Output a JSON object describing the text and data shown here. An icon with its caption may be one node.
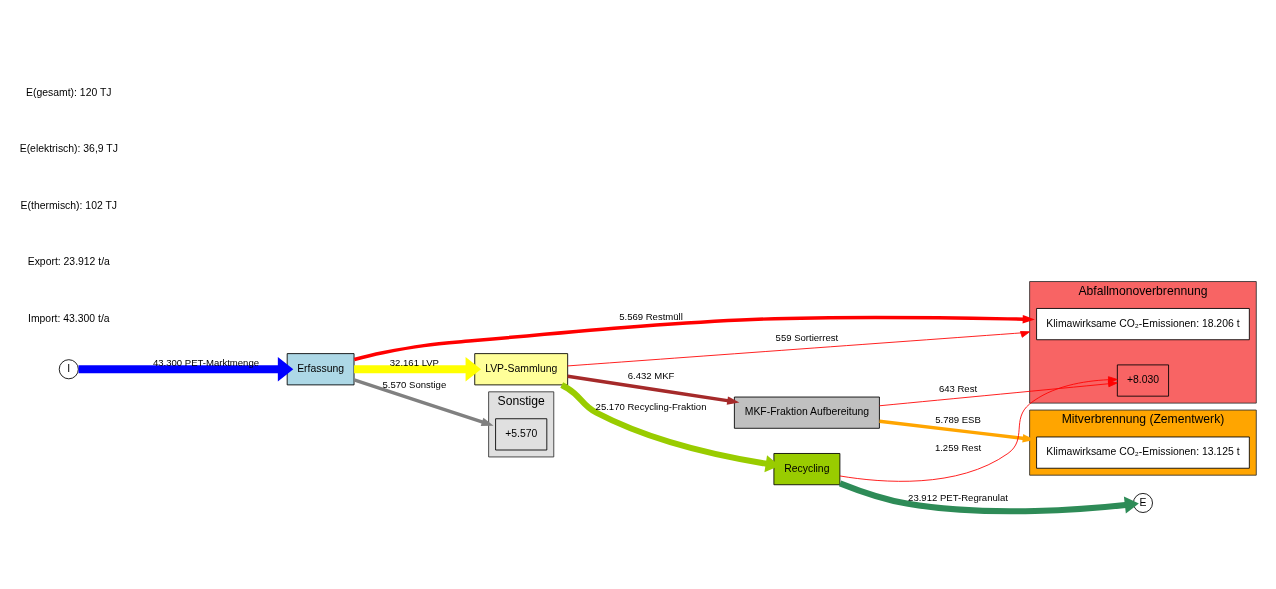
{
  "diagram": {
    "nodes": [
      {
        "text": [
          "I"
        ]
      },
      {
        "text": [
          "Erfassung"
        ]
      },
      {
        "text": [
          "LVP-Sammlung"
        ]
      },
      {
        "text": [
          "Sonstige"
        ]
      },
      {
        "text": [
          "+5.570"
        ],
        "in": 3
      },
      {
        "text": [
          "MKF-Fraktion Aufbereitung"
        ]
      },
      {
        "text": [
          "Abfallmonoverbrennung"
        ]
      },
      {
        "text": [
          "Klimawirksame CO₂-Emissionen: 18.206 t"
        ],
        "in": 6
      },
      {
        "text": [
          "+8.030"
        ],
        "in": 6
      },
      {
        "text": [
          "Mitverbrennung (Zementwerk)"
        ]
      },
      {
        "text": [
          "Klimawirksame CO₂-Emissionen: 13.125 t"
        ],
        "in": 9
      },
      {
        "text": [
          "Recycling"
        ]
      },
      {
        "text": [
          "E"
        ]
      }
    ],
    "edges": [
      {
        "from": 0,
        "to": 1,
        "arrow": "to",
        "label": "43.300 PET-Marktmenge",
        "style": "thick",
        "color": "#0000ff"
      },
      {
        "from": 1,
        "to": 6,
        "arrow": "to",
        "label": "5.569 Restmüll",
        "color": "#ff0000"
      },
      {
        "from": 2,
        "to": 6,
        "arrow": "to",
        "label": "559 Sortierrest",
        "color": "#ff0000"
      },
      {
        "from": 1,
        "to": 2,
        "arrow": "to",
        "label": "32.161 LVP",
        "style": "thick",
        "color": "#ffff00"
      },
      {
        "from": 1,
        "to": 3,
        "arrow": "to",
        "label": "5.570 Sonstige",
        "color": "#808080"
      },
      {
        "from": 2,
        "to": 5,
        "arrow": "to",
        "label": "6.432 MKF",
        "color": "#a52a2a"
      },
      {
        "from": 5,
        "to": 8,
        "arrow": "to",
        "label": "643 Rest",
        "color": "#ff0000"
      },
      {
        "from": 5,
        "to": 9,
        "arrow": "to",
        "label": "5.789 ESB",
        "color": "#ffa500"
      },
      {
        "from": 2,
        "to": 11,
        "arrow": "to",
        "label": "25.170 Recycling-Fraktion",
        "color": "#99cc00"
      },
      {
        "from": 11,
        "to": 8,
        "arrow": "to",
        "label": "1.259 Rest",
        "color": "#ff0000"
      },
      {
        "from": 11,
        "to": 12,
        "arrow": "to",
        "label": "23.912 PET-Regranulat",
        "color": "#2e8b57"
      }
    ],
    "labels": [
      "Import: 43.300 t/a",
      "Export: 23.912 t/a",
      "E(thermisch): 102 TJ",
      "E(elektrisch): 36,9 TJ",
      "E(gesamt): 120 TJ"
    ]
  }
}
